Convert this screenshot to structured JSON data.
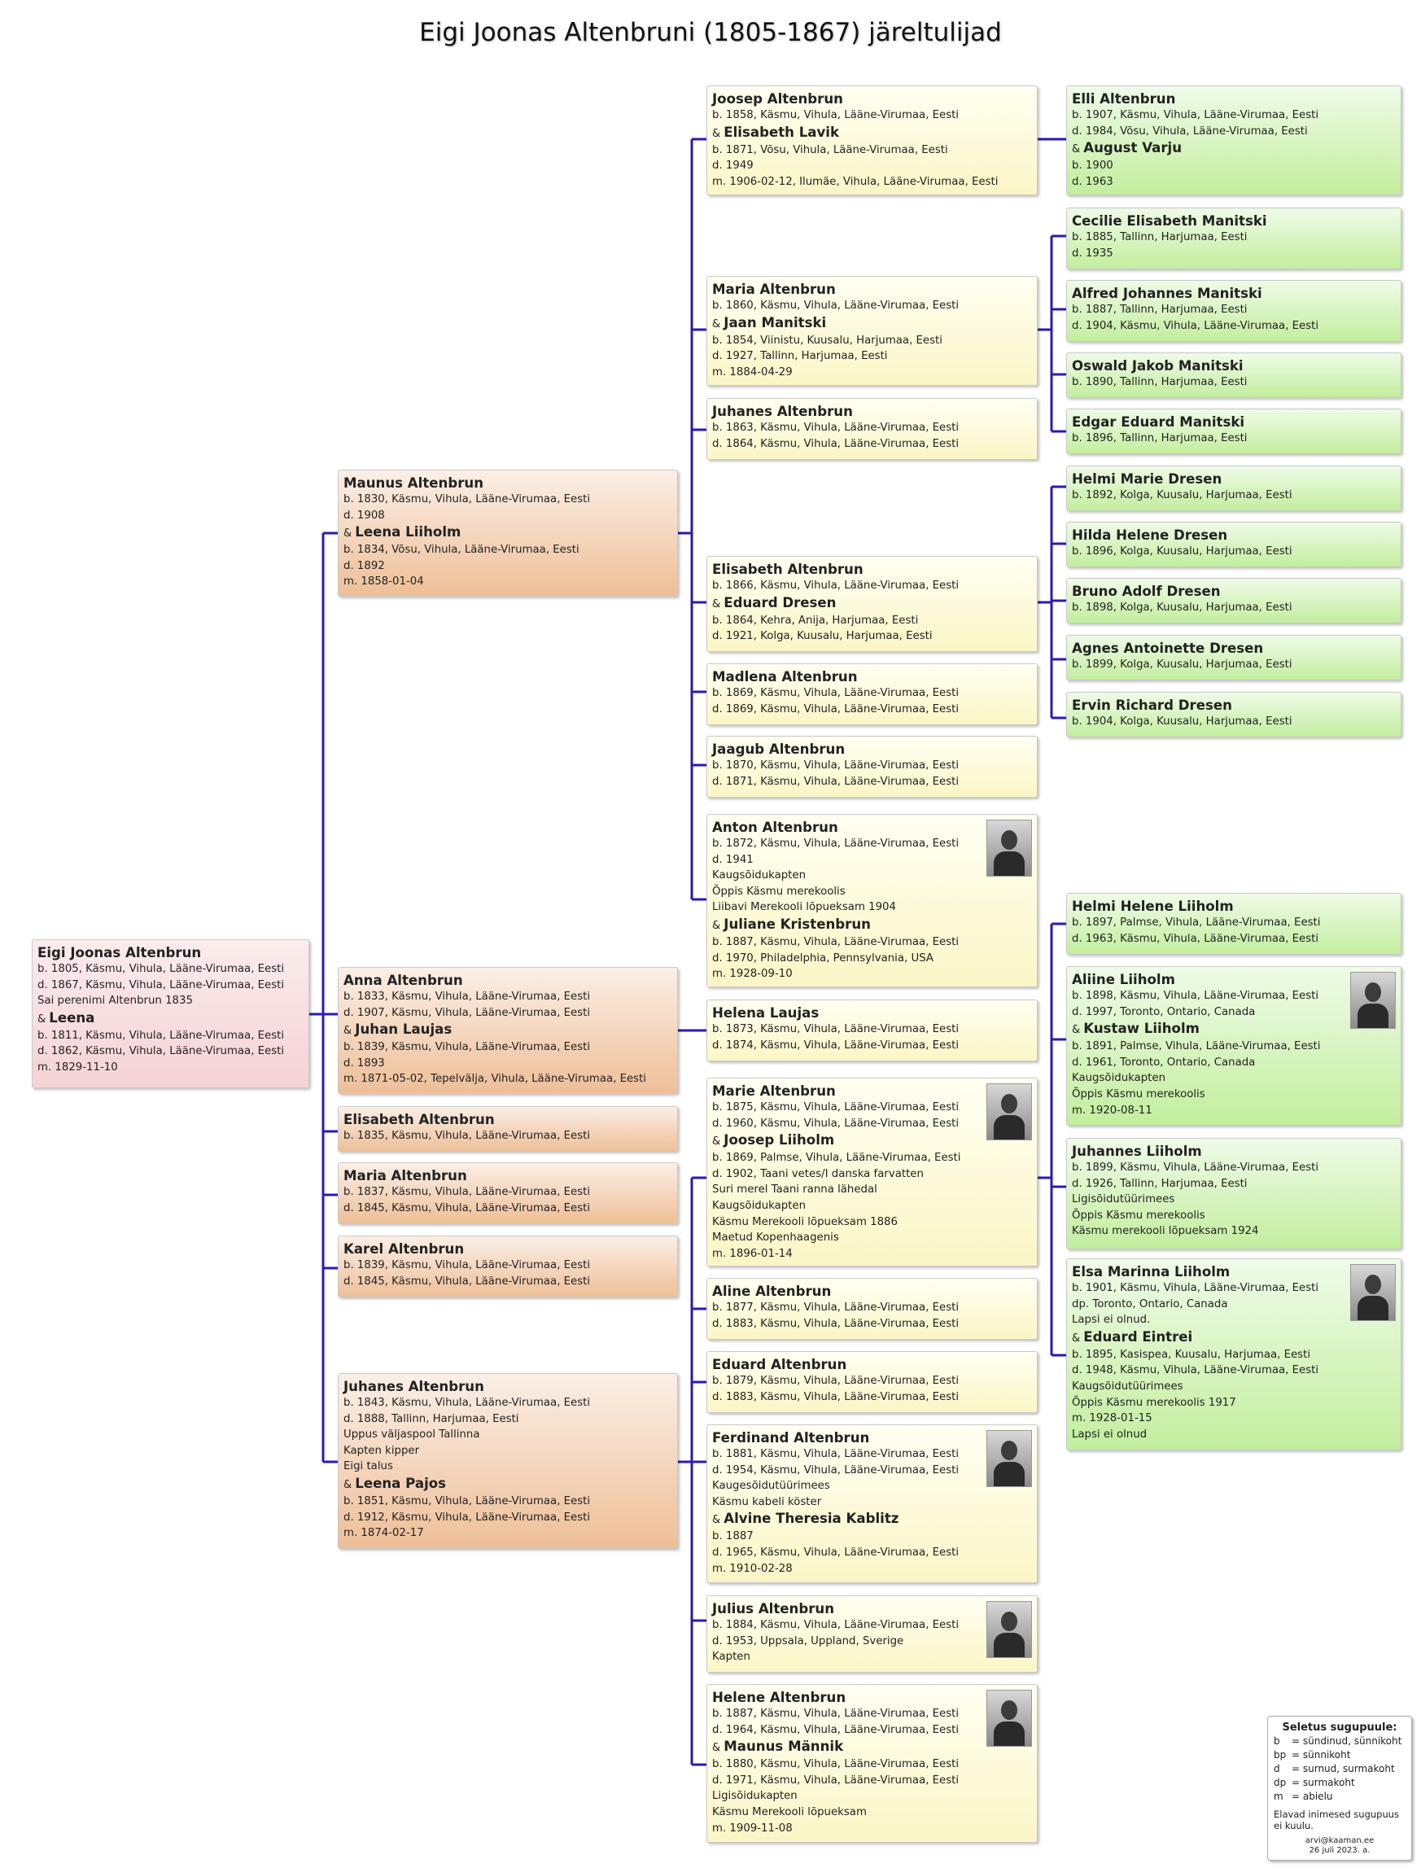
{
  "title": "Eigi Joonas Altenbruni (1805-1867) järeltulijad",
  "people": {
    "eigi": {
      "lines": [
        {
          "t": "Eigi Joonas Altenbrun",
          "n": true
        },
        {
          "t": "b. 1805, Käsmu, Vihula, Lääne-Virumaa, Eesti"
        },
        {
          "t": "d. 1867, Käsmu, Vihula, Lääne-Virumaa, Eesti"
        },
        {
          "t": "Sai perenimi Altenbrun 1835"
        },
        {
          "t": "Leena",
          "n": true,
          "a": true
        },
        {
          "t": "b. 1811, Käsmu, Vihula, Lääne-Virumaa, Eesti"
        },
        {
          "t": "d. 1862, Käsmu, Vihula, Lääne-Virumaa, Eesti"
        },
        {
          "t": "m. 1829-11-10"
        }
      ]
    },
    "maunus": {
      "lines": [
        {
          "t": "Maunus Altenbrun",
          "n": true
        },
        {
          "t": "b. 1830, Käsmu, Vihula, Lääne-Virumaa, Eesti"
        },
        {
          "t": "d. 1908"
        },
        {
          "t": "Leena Liiholm",
          "n": true,
          "a": true
        },
        {
          "t": "b. 1834, Võsu, Vihula, Lääne-Virumaa, Eesti"
        },
        {
          "t": "d. 1892"
        },
        {
          "t": "m. 1858-01-04"
        }
      ]
    },
    "anna": {
      "lines": [
        {
          "t": "Anna Altenbrun",
          "n": true
        },
        {
          "t": "b. 1833, Käsmu, Vihula, Lääne-Virumaa, Eesti"
        },
        {
          "t": "d. 1907, Käsmu, Vihula, Lääne-Virumaa, Eesti"
        },
        {
          "t": "Juhan Laujas",
          "n": true,
          "a": true
        },
        {
          "t": "b. 1839, Käsmu, Vihula, Lääne-Virumaa, Eesti"
        },
        {
          "t": "d. 1893"
        },
        {
          "t": "m. 1871-05-02, Tepelvälja, Vihula, Lääne-Virumaa, Eesti"
        }
      ]
    },
    "elisabeth1": {
      "lines": [
        {
          "t": "Elisabeth Altenbrun",
          "n": true
        },
        {
          "t": "b. 1835, Käsmu, Vihula, Lääne-Virumaa, Eesti"
        }
      ]
    },
    "maria1": {
      "lines": [
        {
          "t": "Maria Altenbrun",
          "n": true
        },
        {
          "t": "b. 1837, Käsmu, Vihula, Lääne-Virumaa, Eesti"
        },
        {
          "t": "d. 1845, Käsmu, Vihula, Lääne-Virumaa, Eesti"
        }
      ]
    },
    "karel": {
      "lines": [
        {
          "t": "Karel Altenbrun",
          "n": true
        },
        {
          "t": "b. 1839, Käsmu, Vihula, Lääne-Virumaa, Eesti"
        },
        {
          "t": "d. 1845, Käsmu, Vihula, Lääne-Virumaa, Eesti"
        }
      ]
    },
    "juhanes1": {
      "lines": [
        {
          "t": "Juhanes Altenbrun",
          "n": true
        },
        {
          "t": "b. 1843, Käsmu, Vihula, Lääne-Virumaa, Eesti"
        },
        {
          "t": "d. 1888, Tallinn, Harjumaa, Eesti"
        },
        {
          "t": "Uppus väljaspool Tallinna"
        },
        {
          "t": "Kapten kipper"
        },
        {
          "t": "Eigi talus"
        },
        {
          "t": "Leena Pajos",
          "n": true,
          "a": true
        },
        {
          "t": "b. 1851, Käsmu, Vihula, Lääne-Virumaa, Eesti"
        },
        {
          "t": "d. 1912, Käsmu, Vihula, Lääne-Virumaa, Eesti"
        },
        {
          "t": "m. 1874-02-17"
        }
      ]
    },
    "joosep": {
      "lines": [
        {
          "t": "Joosep Altenbrun",
          "n": true
        },
        {
          "t": "b. 1858, Käsmu, Vihula, Lääne-Virumaa, Eesti"
        },
        {
          "t": "Elisabeth Lavik",
          "n": true,
          "a": true
        },
        {
          "t": "b. 1871, Võsu, Vihula, Lääne-Virumaa, Eesti"
        },
        {
          "t": "d. 1949"
        },
        {
          "t": "m. 1906-02-12, Ilumäe, Vihula, Lääne-Virumaa, Eesti"
        }
      ]
    },
    "maria2": {
      "lines": [
        {
          "t": "Maria Altenbrun",
          "n": true
        },
        {
          "t": "b. 1860, Käsmu, Vihula, Lääne-Virumaa, Eesti"
        },
        {
          "t": "Jaan Manitski",
          "n": true,
          "a": true
        },
        {
          "t": "b. 1854, Viinistu, Kuusalu, Harjumaa, Eesti"
        },
        {
          "t": "d. 1927, Tallinn, Harjumaa, Eesti"
        },
        {
          "t": "m. 1884-04-29"
        }
      ]
    },
    "juhanes2": {
      "lines": [
        {
          "t": "Juhanes Altenbrun",
          "n": true
        },
        {
          "t": "b. 1863, Käsmu, Vihula, Lääne-Virumaa, Eesti"
        },
        {
          "t": "d. 1864, Käsmu, Vihula, Lääne-Virumaa, Eesti"
        }
      ]
    },
    "elisabeth2": {
      "lines": [
        {
          "t": "Elisabeth Altenbrun",
          "n": true
        },
        {
          "t": "b. 1866, Käsmu, Vihula, Lääne-Virumaa, Eesti"
        },
        {
          "t": "Eduard Dresen",
          "n": true,
          "a": true
        },
        {
          "t": "b. 1864, Kehra, Anija, Harjumaa, Eesti"
        },
        {
          "t": "d. 1921, Kolga, Kuusalu, Harjumaa, Eesti"
        }
      ]
    },
    "madlena": {
      "lines": [
        {
          "t": "Madlena Altenbrun",
          "n": true
        },
        {
          "t": "b. 1869, Käsmu, Vihula, Lääne-Virumaa, Eesti"
        },
        {
          "t": "d. 1869, Käsmu, Vihula, Lääne-Virumaa, Eesti"
        }
      ]
    },
    "jaagub": {
      "lines": [
        {
          "t": "Jaagub Altenbrun",
          "n": true
        },
        {
          "t": "b. 1870, Käsmu, Vihula, Lääne-Virumaa, Eesti"
        },
        {
          "t": "d. 1871, Käsmu, Vihula, Lääne-Virumaa, Eesti"
        }
      ]
    },
    "anton": {
      "lines": [
        {
          "t": "Anton Altenbrun",
          "n": true
        },
        {
          "t": "b. 1872, Käsmu, Vihula, Lääne-Virumaa, Eesti"
        },
        {
          "t": "d. 1941"
        },
        {
          "t": "Kaugsõidukapten"
        },
        {
          "t": "Õppis Käsmu merekoolis"
        },
        {
          "t": "Liibavi Merekooli lõpueksam 1904"
        },
        {
          "t": "Juliane Kristenbrun",
          "n": true,
          "a": true
        },
        {
          "t": "b. 1887, Käsmu, Vihula, Lääne-Virumaa, Eesti"
        },
        {
          "t": "d. 1970, Philadelphia, Pennsylvania, USA"
        },
        {
          "t": "m. 1928-09-10"
        }
      ]
    },
    "helena": {
      "lines": [
        {
          "t": "Helena Laujas",
          "n": true
        },
        {
          "t": "b. 1873, Käsmu, Vihula, Lääne-Virumaa, Eesti"
        },
        {
          "t": "d. 1874, Käsmu, Vihula, Lääne-Virumaa, Eesti"
        }
      ]
    },
    "marie": {
      "lines": [
        {
          "t": "Marie Altenbrun",
          "n": true
        },
        {
          "t": "b. 1875, Käsmu, Vihula, Lääne-Virumaa, Eesti"
        },
        {
          "t": "d. 1960, Käsmu, Vihula, Lääne-Virumaa, Eesti"
        },
        {
          "t": "Joosep Liiholm",
          "n": true,
          "a": true
        },
        {
          "t": "b. 1869, Palmse, Vihula, Lääne-Virumaa, Eesti"
        },
        {
          "t": "d. 1902, Taani vetes/I danska farvatten"
        },
        {
          "t": "Suri merel Taani ranna lähedal"
        },
        {
          "t": "Kaugsõidukapten"
        },
        {
          "t": "Käsmu Merekooli lõpueksam 1886"
        },
        {
          "t": "Maetud Kopenhaagenis"
        },
        {
          "t": "m. 1896-01-14"
        }
      ]
    },
    "aline": {
      "lines": [
        {
          "t": "Aline Altenbrun",
          "n": true
        },
        {
          "t": "b. 1877, Käsmu, Vihula, Lääne-Virumaa, Eesti"
        },
        {
          "t": "d. 1883, Käsmu, Vihula, Lääne-Virumaa, Eesti"
        }
      ]
    },
    "eduard": {
      "lines": [
        {
          "t": "Eduard Altenbrun",
          "n": true
        },
        {
          "t": "b. 1879, Käsmu, Vihula, Lääne-Virumaa, Eesti"
        },
        {
          "t": "d. 1883, Käsmu, Vihula, Lääne-Virumaa, Eesti"
        }
      ]
    },
    "ferdinand": {
      "lines": [
        {
          "t": "Ferdinand Altenbrun",
          "n": true
        },
        {
          "t": "b. 1881, Käsmu, Vihula, Lääne-Virumaa, Eesti"
        },
        {
          "t": "d. 1954, Käsmu, Vihula, Lääne-Virumaa, Eesti"
        },
        {
          "t": "Kaugesõidutüürimees"
        },
        {
          "t": "Käsmu kabeli köster"
        },
        {
          "t": "Alvine Theresia Kablitz",
          "n": true,
          "a": true
        },
        {
          "t": "b. 1887"
        },
        {
          "t": "d. 1965, Käsmu, Vihula, Lääne-Virumaa, Eesti"
        },
        {
          "t": "m. 1910-02-28"
        }
      ]
    },
    "julius": {
      "lines": [
        {
          "t": "Julius Altenbrun",
          "n": true
        },
        {
          "t": "b. 1884, Käsmu, Vihula, Lääne-Virumaa, Eesti"
        },
        {
          "t": "d. 1953, Uppsala, Uppland, Sverige"
        },
        {
          "t": "Kapten"
        }
      ]
    },
    "helene": {
      "lines": [
        {
          "t": "Helene Altenbrun",
          "n": true
        },
        {
          "t": "b. 1887, Käsmu, Vihula, Lääne-Virumaa, Eesti"
        },
        {
          "t": "d. 1964, Käsmu, Vihula, Lääne-Virumaa, Eesti"
        },
        {
          "t": "Maunus Männik",
          "n": true,
          "a": true
        },
        {
          "t": "b. 1880, Käsmu, Vihula, Lääne-Virumaa, Eesti"
        },
        {
          "t": "d. 1971, Käsmu, Vihula, Lääne-Virumaa, Eesti"
        },
        {
          "t": "Ligisõidukapten"
        },
        {
          "t": "Käsmu Merekooli lõpueksam"
        },
        {
          "t": "m. 1909-11-08"
        }
      ]
    },
    "elli": {
      "lines": [
        {
          "t": "Elli Altenbrun",
          "n": true
        },
        {
          "t": "b. 1907, Käsmu, Vihula, Lääne-Virumaa, Eesti"
        },
        {
          "t": "d. 1984, Võsu, Vihula, Lääne-Virumaa, Eesti"
        },
        {
          "t": "August Varju",
          "n": true,
          "a": true
        },
        {
          "t": "b. 1900"
        },
        {
          "t": "d. 1963"
        }
      ]
    },
    "cecilie": {
      "lines": [
        {
          "t": "Cecilie Elisabeth Manitski",
          "n": true
        },
        {
          "t": "b. 1885, Tallinn, Harjumaa, Eesti"
        },
        {
          "t": "d. 1935"
        }
      ]
    },
    "alfred": {
      "lines": [
        {
          "t": "Alfred Johannes Manitski",
          "n": true
        },
        {
          "t": "b. 1887, Tallinn, Harjumaa, Eesti"
        },
        {
          "t": "d. 1904, Käsmu, Vihula, Lääne-Virumaa, Eesti"
        }
      ]
    },
    "oswald": {
      "lines": [
        {
          "t": "Oswald Jakob Manitski",
          "n": true
        },
        {
          "t": "b. 1890, Tallinn, Harjumaa, Eesti"
        }
      ]
    },
    "edgar": {
      "lines": [
        {
          "t": "Edgar Eduard Manitski",
          "n": true
        },
        {
          "t": "b. 1896, Tallinn, Harjumaa, Eesti"
        }
      ]
    },
    "helmi_m": {
      "lines": [
        {
          "t": "Helmi Marie Dresen",
          "n": true
        },
        {
          "t": "b. 1892, Kolga, Kuusalu, Harjumaa, Eesti"
        }
      ]
    },
    "hilda": {
      "lines": [
        {
          "t": "Hilda Helene Dresen",
          "n": true
        },
        {
          "t": "b. 1896, Kolga, Kuusalu, Harjumaa, Eesti"
        }
      ]
    },
    "bruno": {
      "lines": [
        {
          "t": "Bruno Adolf Dresen",
          "n": true
        },
        {
          "t": "b. 1898, Kolga, Kuusalu, Harjumaa, Eesti"
        }
      ]
    },
    "agnes": {
      "lines": [
        {
          "t": "Agnes Antoinette Dresen",
          "n": true
        },
        {
          "t": "b. 1899, Kolga, Kuusalu, Harjumaa, Eesti"
        }
      ]
    },
    "ervin": {
      "lines": [
        {
          "t": "Ervin Richard Dresen",
          "n": true
        },
        {
          "t": "b. 1904, Kolga, Kuusalu, Harjumaa, Eesti"
        }
      ]
    },
    "helmi_h": {
      "lines": [
        {
          "t": "Helmi Helene Liiholm",
          "n": true
        },
        {
          "t": "b. 1897, Palmse, Vihula, Lääne-Virumaa, Eesti"
        },
        {
          "t": "d. 1963, Käsmu, Vihula, Lääne-Virumaa, Eesti"
        }
      ]
    },
    "aliine": {
      "lines": [
        {
          "t": "Aliine Liiholm",
          "n": true
        },
        {
          "t": "b. 1898, Käsmu, Vihula, Lääne-Virumaa, Eesti"
        },
        {
          "t": "d. 1997, Toronto, Ontario, Canada"
        },
        {
          "t": "Kustaw Liiholm",
          "n": true,
          "a": true
        },
        {
          "t": "b. 1891, Palmse, Vihula, Lääne-Virumaa, Eesti"
        },
        {
          "t": "d. 1961, Toronto, Ontario, Canada"
        },
        {
          "t": "Kaugsõidukapten"
        },
        {
          "t": "Õppis Käsmu merekoolis"
        },
        {
          "t": "m. 1920-08-11"
        }
      ]
    },
    "juhannes": {
      "lines": [
        {
          "t": "Juhannes Liiholm",
          "n": true
        },
        {
          "t": "b. 1899, Käsmu, Vihula, Lääne-Virumaa, Eesti"
        },
        {
          "t": "d. 1926, Tallinn, Harjumaa, Eesti"
        },
        {
          "t": "Ligisõidutüürimees"
        },
        {
          "t": "Õppis Käsmu merekoolis"
        },
        {
          "t": "Käsmu merekooli lõpueksam 1924"
        }
      ]
    },
    "elsa": {
      "lines": [
        {
          "t": "Elsa Marinna Liiholm",
          "n": true
        },
        {
          "t": "b. 1901, Käsmu, Vihula, Lääne-Virumaa, Eesti"
        },
        {
          "t": "dp. Toronto, Ontario, Canada"
        },
        {
          "t": "Lapsi ei olnud."
        },
        {
          "t": "Eduard Eintrei",
          "n": true,
          "a": true
        },
        {
          "t": "b. 1895, Kasispea, Kuusalu, Harjumaa, Eesti"
        },
        {
          "t": "d. 1948, Käsmu, Vihula, Lääne-Virumaa, Eesti"
        },
        {
          "t": "Kaugsõidutüürimees"
        },
        {
          "t": "Õppis Käsmu merekoolis 1917"
        },
        {
          "t": "m. 1928-01-15"
        },
        {
          "t": "Lapsi ei olnud"
        }
      ]
    }
  },
  "legend": {
    "title": "Seletus sugupuule:",
    "rows": [
      {
        "abbr": "b",
        "text": "sündinud, sünnikoht"
      },
      {
        "abbr": "bp",
        "text": "sünnikoht"
      },
      {
        "abbr": "d",
        "text": "surnud, surmakoht"
      },
      {
        "abbr": "dp",
        "text": "surmakoht"
      },
      {
        "abbr": "m",
        "text": "abielu"
      }
    ],
    "note": "Elavad inimesed sugupuus ei kuulu.",
    "email": "arvi@kaaman.ee",
    "date": "26 juli 2023. a."
  },
  "colors": {
    "line": "#2a1ab4"
  }
}
